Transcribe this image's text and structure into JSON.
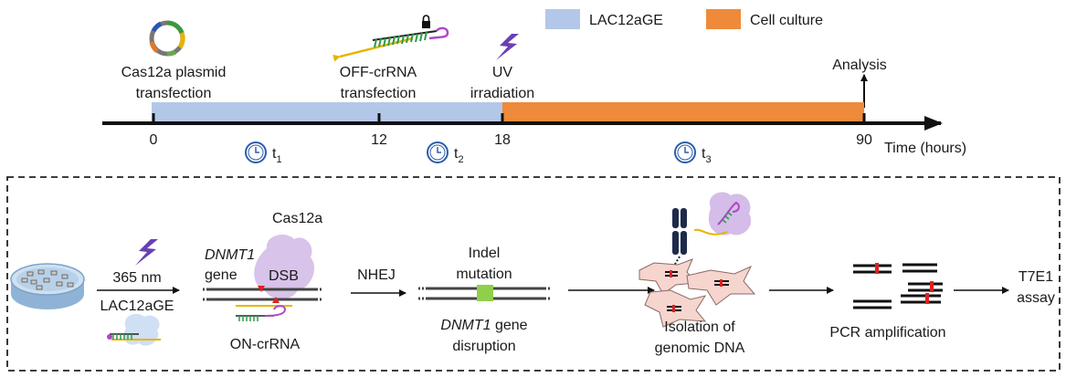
{
  "legend": {
    "items": [
      {
        "label": "LAC12aGE",
        "color": "#b3c8e8"
      },
      {
        "label": "Cell culture",
        "color": "#ef8a3a"
      }
    ]
  },
  "timeline": {
    "steps": [
      {
        "line1": "Cas12a plasmid",
        "line2": "transfection"
      },
      {
        "line1": "OFF-crRNA",
        "line2": "transfection"
      },
      {
        "line1": "UV",
        "line2": "irradiation"
      },
      {
        "line1": "Analysis"
      }
    ],
    "ticks": [
      "0",
      "12",
      "18",
      "90"
    ],
    "axis_label": "Time (hours)",
    "periods": [
      {
        "base": "t",
        "sub": "1"
      },
      {
        "base": "t",
        "sub": "2"
      },
      {
        "base": "t",
        "sub": "3"
      }
    ],
    "colors": {
      "lac": "#b3c8e8",
      "culture": "#ef8a3a",
      "axis": "#111111"
    },
    "icons": [
      "plasmid-icon",
      "crrna-icon",
      "uv-bolt-icon",
      "clock-icon"
    ]
  },
  "workflow": {
    "uv": {
      "wavelength": "365 nm",
      "method": "LAC12aGE"
    },
    "gene": {
      "name": "DNMT1",
      "suffix": "gene"
    },
    "protein": "Cas12a",
    "dsb": "DSB",
    "crrna": "ON-crRNA",
    "repair": "NHEJ",
    "indel": {
      "line1": "Indel",
      "line2": "mutation"
    },
    "disruption": {
      "gene": "DNMT1",
      "suffix": "gene",
      "line2": "disruption"
    },
    "isolation": {
      "line1": "Isolation of",
      "line2": "genomic DNA"
    },
    "pcr": "PCR amplification",
    "assay": {
      "line1": "T7E1",
      "line2": "assay"
    },
    "icons": [
      "petri-dish-icon",
      "uv-bolt-icon",
      "cas12a-complex-icon",
      "chromosome-icon",
      "cells-icon",
      "pcr-fragments-icon"
    ]
  }
}
